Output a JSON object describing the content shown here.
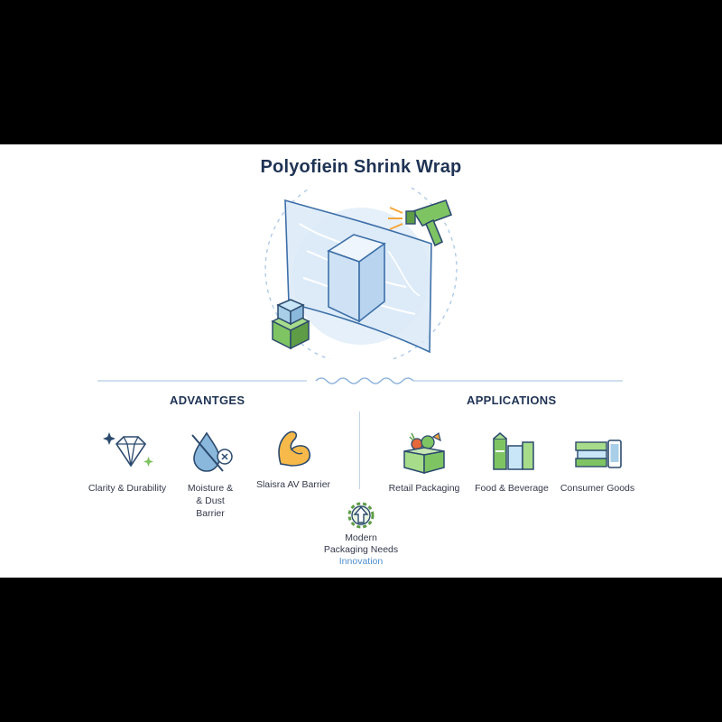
{
  "title": "Polyofiein Shrink Wrap",
  "advantages": {
    "heading": "ADVANTGES",
    "items": [
      {
        "label": "Clarity & Durability",
        "icon": "diamond-icon"
      },
      {
        "label": "Moisture &\n& Dust\nBarrier",
        "icon": "water-drop-crossed-icon"
      },
      {
        "label": "Slaisra AV Barrier",
        "icon": "flexed-arm-icon"
      }
    ]
  },
  "applications": {
    "heading": "APPLICATIONS",
    "items": [
      {
        "label": "Retail Packaging",
        "icon": "produce-box-icon"
      },
      {
        "label": "Food & Beverage",
        "icon": "beverage-cartons-icon"
      },
      {
        "label": "Consumer Goods",
        "icon": "books-phone-icon"
      }
    ]
  },
  "innovation": {
    "label": "Modern\nPackaging Needs",
    "sub": "Innovation",
    "icon": "gear-arrow-icon"
  },
  "colors": {
    "navy": "#1f3354",
    "accent_blue": "#4f8fd0",
    "green": "#7fc463",
    "orange": "#f6a53a"
  }
}
